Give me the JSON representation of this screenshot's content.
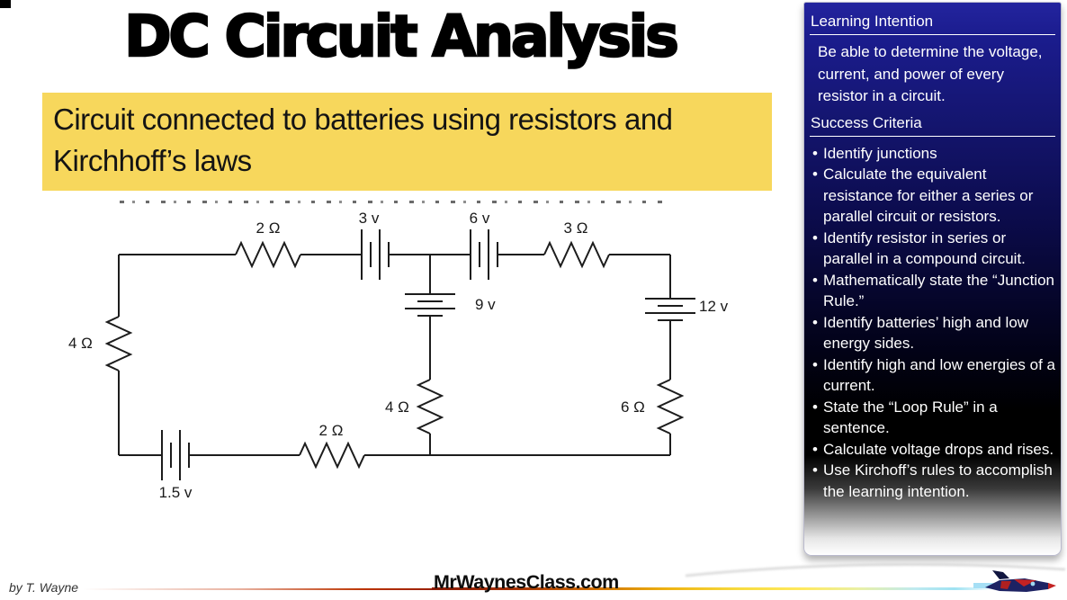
{
  "slide": {
    "title": "DC Circuit Analysis",
    "subtitle": "Circuit connected to batteries using resistors and Kirchhoff’s laws"
  },
  "circuit": {
    "labels": {
      "r2_top": "2 Ω",
      "b3": "3 v",
      "b6": "6 v",
      "r3_top": "3 Ω",
      "b9": "9 v",
      "b12": "12 v",
      "r4_left": "4 Ω",
      "r4_mid": "4 Ω",
      "r2_bottom": "2 Ω",
      "r6_right": "6 Ω",
      "b15": "1.5 v"
    }
  },
  "sidebar": {
    "learning_intention": {
      "heading": "Learning Intention",
      "body": "Be able to determine the voltage, current, and power of every resistor in a circuit."
    },
    "success_criteria": {
      "heading": "Success Criteria",
      "items": [
        "Identify junctions",
        "Calculate the equivalent resistance for either a series or parallel circuit or resistors.",
        "Identify resistor in series or parallel in a compound circuit.",
        "Mathematically state the “Junction Rule.”",
        "Identify batteries’ high and low energy sides.",
        "Identify high and low energies of a current.",
        "State the “Loop Rule” in a sentence.",
        "Calculate voltage drops and rises.",
        "Use Kirchoff’s rules to accomplish the learning intention."
      ]
    }
  },
  "footer": {
    "byline": "by T. Wayne",
    "website": "MrWaynesClass.com"
  },
  "colors": {
    "accent_yellow": "#F7D75C",
    "sidebar_blue": "#1B1C8E",
    "line_red": "#991E00",
    "line_yellow": "#FFE95E",
    "contrail_blue": "#9FE2F2",
    "jet_navy": "#1D2263",
    "jet_red": "#C32222"
  }
}
